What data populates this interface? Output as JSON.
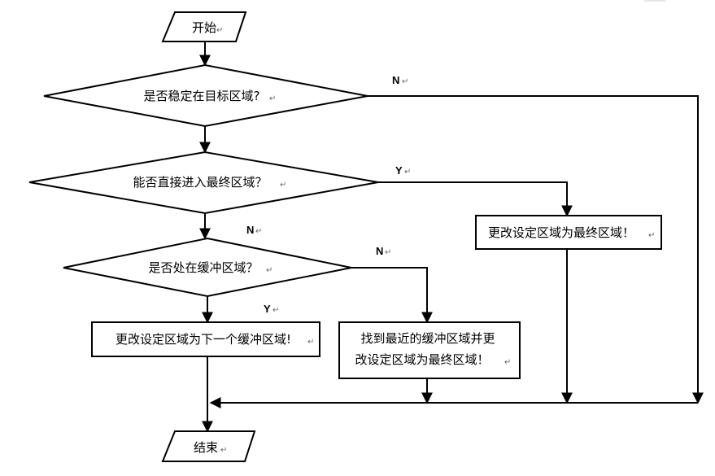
{
  "flowchart": {
    "start": "开始",
    "end": "结束",
    "decision_stable": "是否稳定在目标区域?",
    "decision_direct": "能否直接进入最终区域？",
    "decision_buffer": "是否处在缓冲区域？",
    "process_next_buffer": "更改设定区域为下一个缓冲区域!",
    "process_nearest_line1": "找到最近的缓冲区域并更",
    "process_nearest_line2": "改设定区域为最终区域！",
    "process_final": "更改设定区域为最终区域！",
    "label_stable_no": "N",
    "label_direct_yes": "Y",
    "label_direct_no": "N",
    "label_buffer_no": "N",
    "label_buffer_yes": "Y"
  },
  "paragraph_mark": "↵"
}
